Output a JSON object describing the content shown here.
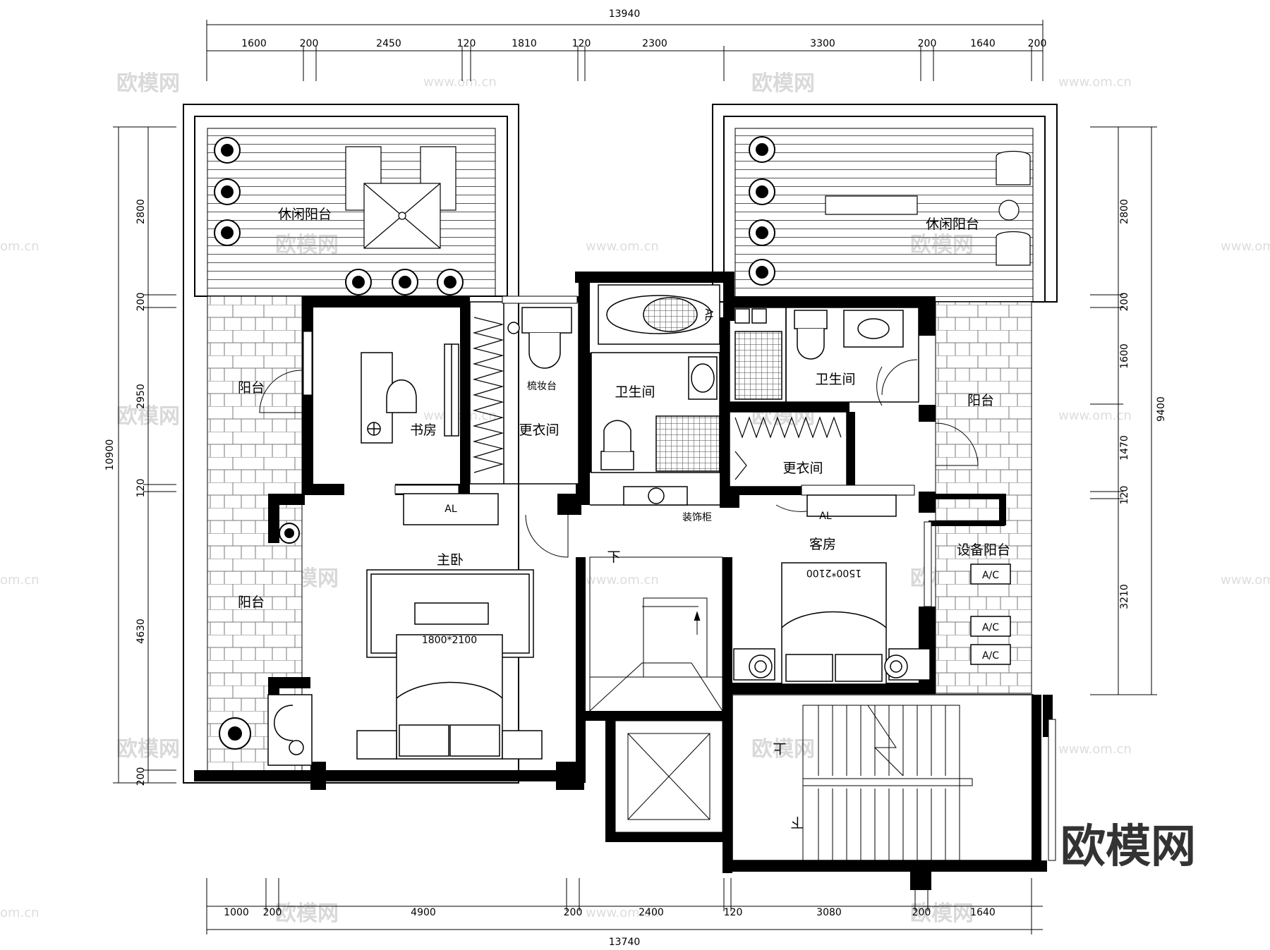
{
  "dimensions": {
    "top_total": "13940",
    "top_segments": [
      "1600",
      "200",
      "2450",
      "120",
      "1810",
      "120",
      "2300",
      "3300",
      "200",
      "1640",
      "200"
    ],
    "bottom_total": "13740",
    "bottom_segments": [
      "1000",
      "200",
      "4900",
      "200",
      "2400",
      "120",
      "3080",
      "200",
      "1640"
    ],
    "left_total": "10900",
    "left_segments": [
      "2800",
      "200",
      "2950",
      "120",
      "4630",
      "200"
    ],
    "right_total": "9400",
    "right_segments": [
      "2800",
      "200",
      "1600",
      "1470",
      "120",
      "3210"
    ]
  },
  "rooms": {
    "leisure_balcony_left": "休闲阳台",
    "leisure_balcony_right": "休闲阳台",
    "balcony_left_top": "阳台",
    "balcony_left_bottom": "阳台",
    "balcony_right": "阳台",
    "study": "书房",
    "dressing_table": "梳妆台",
    "closet_1": "更衣间",
    "closet_2": "更衣间",
    "bathroom_1": "卫生间",
    "bathroom_2": "卫生间",
    "master_bedroom": "主卧",
    "guest_room": "客房",
    "equipment_balcony": "设备阳台",
    "decor_cabinet": "装饰柜",
    "stair_down": "下",
    "stair_up": "上",
    "stair_down_2": "下"
  },
  "labels": {
    "ac_1": "AL",
    "ac_2": "AL",
    "ac_3": "AL",
    "bed_master": "1800*2100",
    "bed_guest": "1500*2100",
    "ac_unit_1": "A/C",
    "ac_unit_2": "A/C",
    "ac_unit_3": "A/C"
  },
  "watermark": {
    "brand": "欧模网",
    "faint": "欧模网",
    "url": "www.om.cn",
    "url_short": "om.cn"
  }
}
